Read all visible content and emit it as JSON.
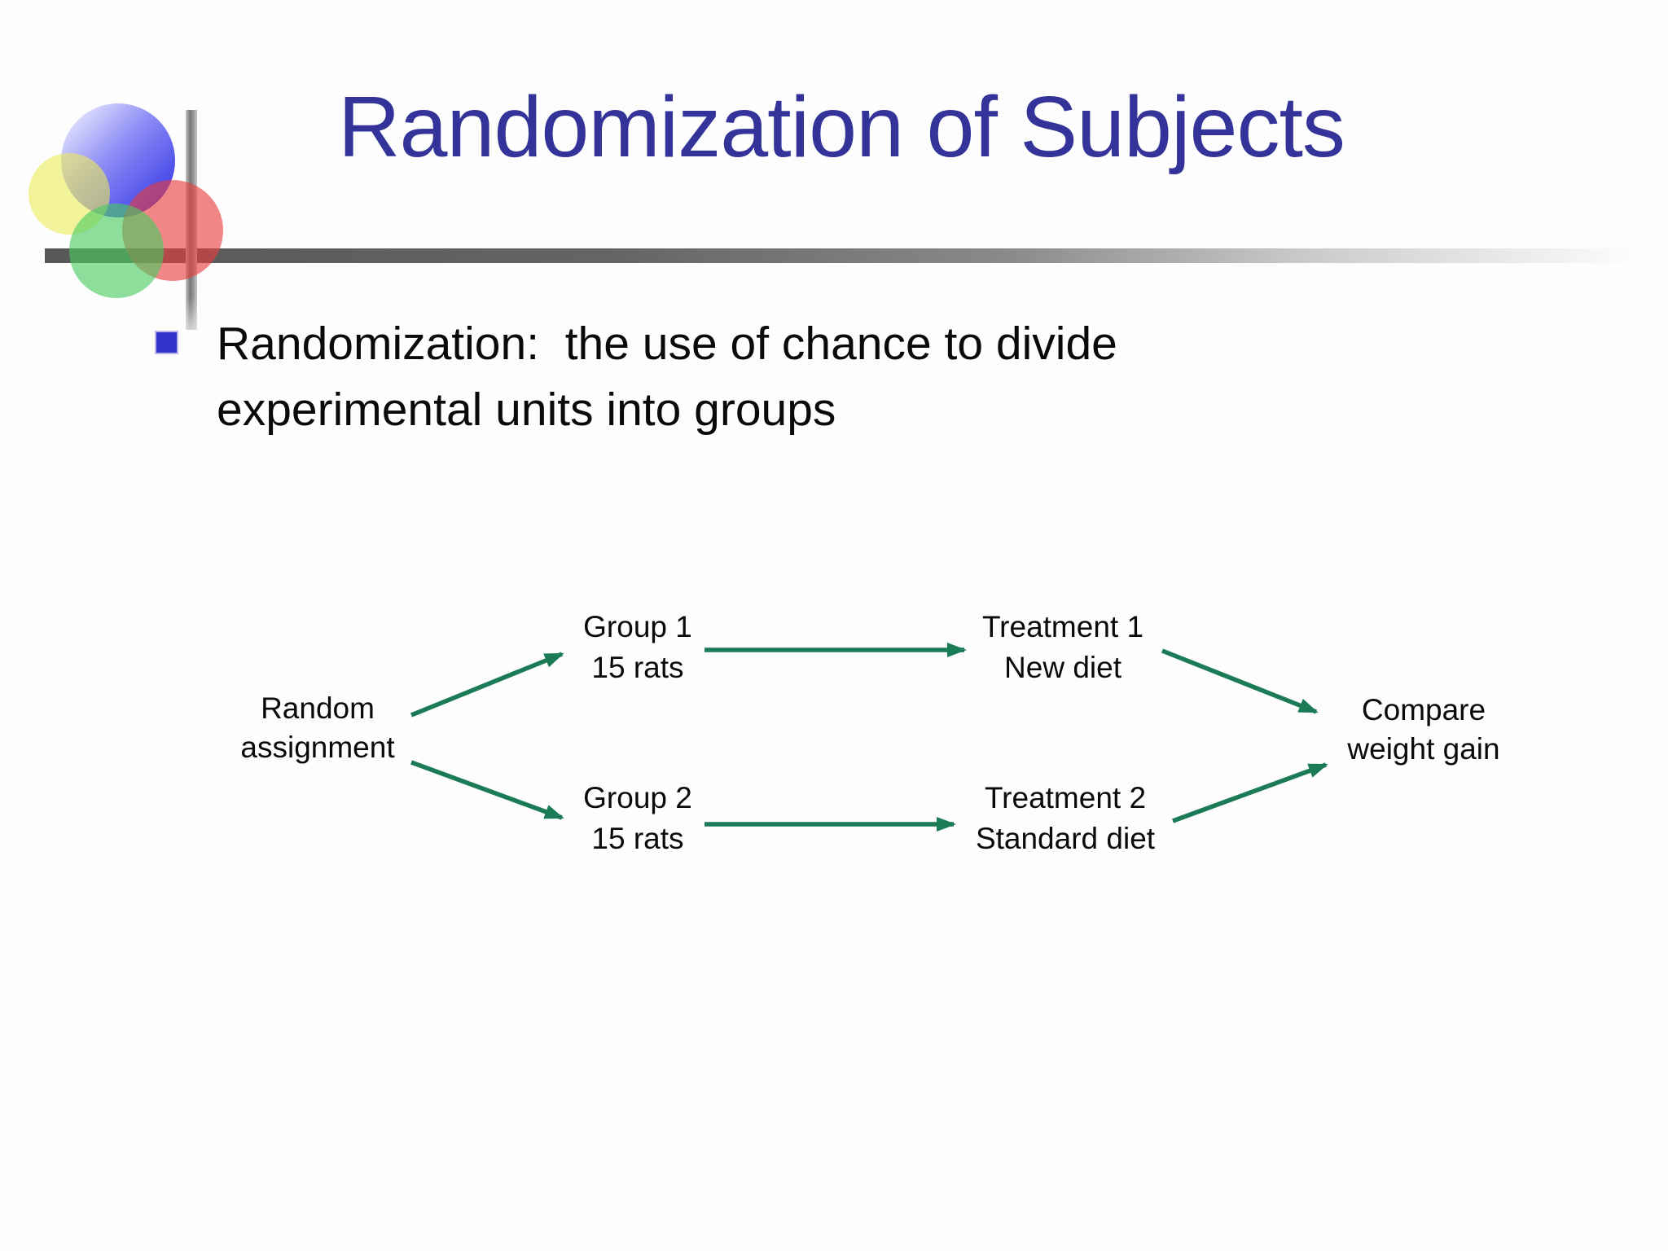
{
  "slide": {
    "title": "Randomization of Subjects",
    "bullet_text": "Randomization:  the use of chance to divide experimental units into groups"
  },
  "diagram": {
    "random_assignment": "Random\nassignment",
    "group1": "Group 1\n15 rats",
    "treatment1": "Treatment 1\nNew diet",
    "group2": "Group 2\n15 rats",
    "treatment2": "Treatment 2\nStandard diet",
    "compare": "Compare\nweight gain"
  },
  "colors": {
    "title": "#333399",
    "arrow": "#1b7b57",
    "bullet_square": "#3333cc"
  }
}
